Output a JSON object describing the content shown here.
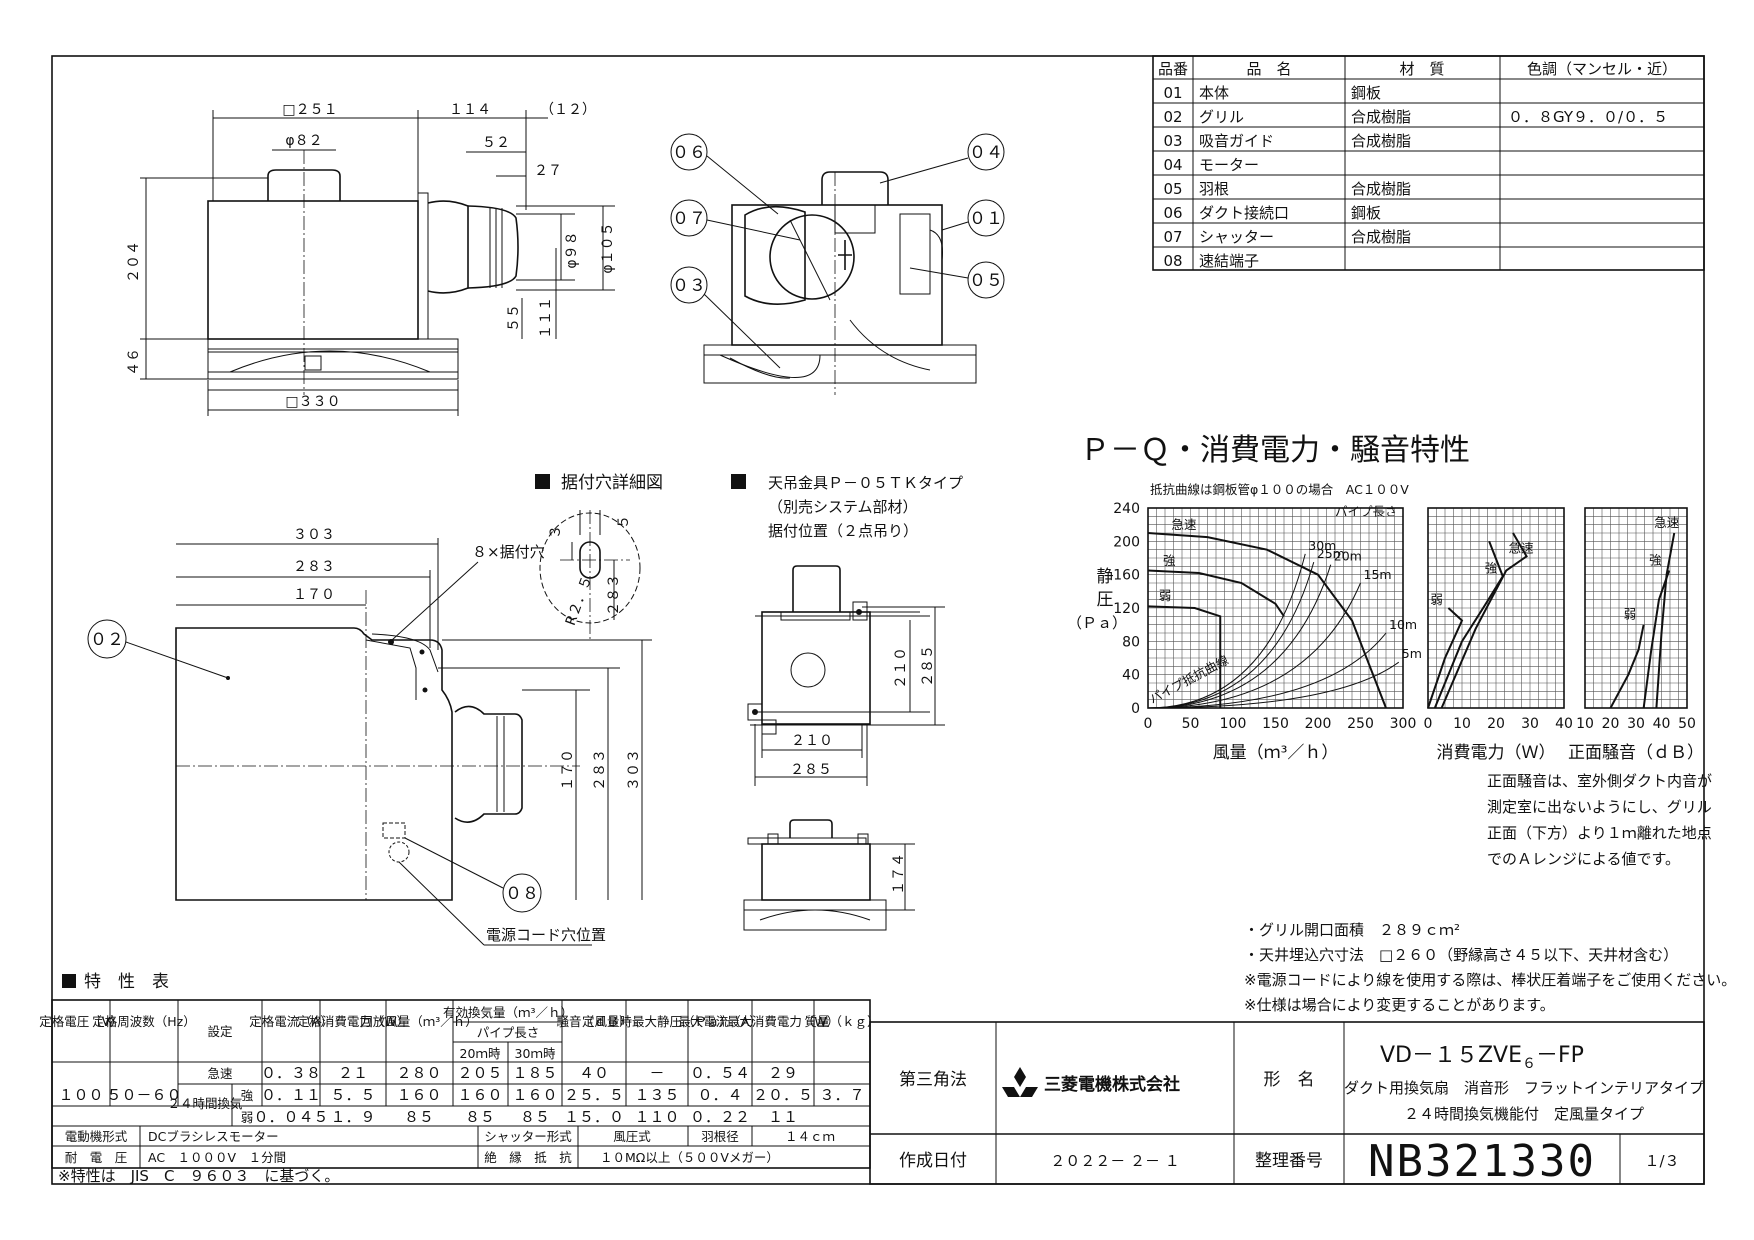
{
  "parts_table": {
    "headers": [
      "品番",
      "品　名",
      "材　質",
      "色調（マンセル・近）"
    ],
    "rows": [
      {
        "no": "01",
        "name": "本体",
        "material": "鋼板",
        "color": ""
      },
      {
        "no": "02",
        "name": "グリル",
        "material": "合成樹脂",
        "color": "０．８GY９．０/０．５"
      },
      {
        "no": "03",
        "name": "吸音ガイド",
        "material": "合成樹脂",
        "color": ""
      },
      {
        "no": "04",
        "name": "モーター",
        "material": "",
        "color": ""
      },
      {
        "no": "05",
        "name": "羽根",
        "material": "合成樹脂",
        "color": ""
      },
      {
        "no": "06",
        "name": "ダクト接続口",
        "material": "鋼板",
        "color": ""
      },
      {
        "no": "07",
        "name": "シャッター",
        "material": "合成樹脂",
        "color": ""
      },
      {
        "no": "08",
        "name": "速結端子",
        "material": "",
        "color": ""
      }
    ]
  },
  "front_view": {
    "dims": {
      "top_width": "□２５１",
      "outlet_offset": "１１４",
      "flange": "（１２）",
      "phi_top": "φ８２",
      "d52": "５２",
      "d27": "２７",
      "height": "２０４",
      "base": "４６",
      "phi98": "φ９８",
      "phi105": "φ１０５",
      "d55": "５５",
      "d111": "１１１",
      "bottom_width": "□３３０"
    }
  },
  "section_view": {
    "labels": [
      "０６",
      "０７",
      "０３",
      "０４",
      "０１",
      "０５"
    ]
  },
  "top_view": {
    "dims": {
      "d303": "３０３",
      "d283": "２８３",
      "d170": "１７０",
      "v170": "１７０",
      "v283": "２８３",
      "v303": "３０３"
    },
    "hole_note": "８×据付穴",
    "labels": [
      "０２",
      "０８"
    ],
    "cord_label": "電源コード穴位置"
  },
  "hole_detail": {
    "title": "据付穴詳細図",
    "dims": {
      "d3": "３",
      "d5": "５",
      "d283": "２８３",
      "r25": "R２．５"
    }
  },
  "hanger": {
    "title_lines": [
      "天吊金具Ｐ－０５ＴＫタイプ",
      "（別売システム部材）",
      "据付位置（２点吊り）"
    ],
    "dims": {
      "v210": "２１０",
      "v285": "２８５",
      "h210": "２１０",
      "h285": "２８５",
      "v174": "１７４"
    }
  },
  "chart_title": "Ｐ－Ｑ・消費電力・騒音特性",
  "chart_note": "抵抗曲線は鋼板管φ１００の場合　AC１００V",
  "chart_data": [
    {
      "type": "line",
      "ylabel_chars": [
        "静",
        "圧",
        "（Ｐａ）"
      ],
      "xlabel": "風量（ｍ³／ｈ）",
      "xticks": [
        "0",
        "50",
        "100",
        "150",
        "200",
        "250",
        "300"
      ],
      "yticks": [
        "0",
        "40",
        "80",
        "120",
        "160",
        "200",
        "240"
      ],
      "xlim": [
        0,
        300
      ],
      "ylim": [
        0,
        240
      ],
      "grid": true,
      "series": [
        {
          "name": "急速",
          "points": [
            [
              0,
              210
            ],
            [
              70,
              205
            ],
            [
              140,
              190
            ],
            [
              200,
              160
            ],
            [
              240,
              105
            ],
            [
              280,
              0
            ]
          ]
        },
        {
          "name": "強",
          "points": [
            [
              0,
              165
            ],
            [
              60,
              162
            ],
            [
              110,
              150
            ],
            [
              150,
              125
            ],
            [
              160,
              110
            ]
          ]
        },
        {
          "name": "弱",
          "points": [
            [
              0,
              122
            ],
            [
              55,
              120
            ],
            [
              85,
              110
            ],
            [
              85,
              0
            ]
          ]
        }
      ],
      "pipe_label": "パイプ長さ",
      "pipe_curves": [
        {
          "name": "30m",
          "end": [
            185,
            185
          ]
        },
        {
          "name": "25m",
          "end": [
            195,
            175
          ]
        },
        {
          "name": "20m",
          "end": [
            215,
            172
          ]
        },
        {
          "name": "15m",
          "end": [
            250,
            150
          ]
        },
        {
          "name": "10m",
          "end": [
            280,
            90
          ]
        },
        {
          "name": "5m",
          "end": [
            295,
            55
          ]
        }
      ],
      "pipe_resistance_label": "パイプ抵抗曲線"
    },
    {
      "type": "line",
      "xlabel": "消費電力（Ｗ）",
      "xticks": [
        "0",
        "10",
        "20",
        "30",
        "40"
      ],
      "xlim": [
        0,
        40
      ],
      "ylim": [
        0,
        240
      ],
      "grid": true,
      "series": [
        {
          "name": "急速",
          "points": [
            [
              4,
              0
            ],
            [
              14,
              95
            ],
            [
              23,
              165
            ],
            [
              29,
              182
            ],
            [
              25,
              210
            ]
          ]
        },
        {
          "name": "強",
          "points": [
            [
              2,
              0
            ],
            [
              10,
              80
            ],
            [
              17,
              125
            ],
            [
              22,
              158
            ],
            [
              18,
              200
            ]
          ]
        },
        {
          "name": "弱",
          "points": [
            [
              0,
              0
            ],
            [
              5,
              60
            ],
            [
              10,
              105
            ],
            [
              6,
              120
            ]
          ]
        }
      ]
    },
    {
      "type": "line",
      "xlabel": "正面騒音（ｄＢ）",
      "xticks": [
        "10",
        "20",
        "30",
        "40",
        "50"
      ],
      "xlim": [
        10,
        50
      ],
      "ylim": [
        0,
        240
      ],
      "grid": true,
      "series": [
        {
          "name": "急速",
          "points": [
            [
              38,
              0
            ],
            [
              40,
              90
            ],
            [
              42,
              160
            ],
            [
              45,
              210
            ]
          ]
        },
        {
          "name": "強",
          "points": [
            [
              33,
              0
            ],
            [
              36,
              70
            ],
            [
              39,
              130
            ],
            [
              43,
              165
            ]
          ]
        },
        {
          "name": "弱",
          "points": [
            [
              20,
              0
            ],
            [
              27,
              40
            ],
            [
              31,
              70
            ],
            [
              33,
              100
            ]
          ]
        }
      ]
    }
  ],
  "noise_note_lines": [
    "正面騒音は、室外側ダクト内音が",
    "測定室に出ないようにし、グリル",
    "正面（下方）より１ｍ離れた地点",
    "でのＡレンジによる値です。"
  ],
  "notes": [
    "・グリル開口面積　２８９ｃｍ²",
    "・天井埋込穴寸法　□２６０（野縁高さ４５以下、天井材含む）",
    "※電源コードにより線を使用する際は、棒状圧着端子をご使用ください。",
    "※仕様は場合により変更することがあります。"
  ],
  "spec": {
    "title": "特　性　表",
    "headers": [
      "定格電圧（V）",
      "定格周波数（Hz）",
      "設定",
      "定格電流（A）",
      "定格消費電力（W）",
      "回放風量（ｍ³／ｈ）",
      "有効換気量（ｍ³／ｈ）",
      "パイプ長さ",
      "20ｍ時",
      "30ｍ時",
      "騒音（ｄＢ）",
      "定風量時最大静圧（Ｐａ）",
      "最大電流（A）",
      "最大消費電力（W）",
      "質量（ｋｇ）"
    ],
    "voltage": "１００",
    "frequency": "５０－６０",
    "mass": "３．７",
    "mode_group": "２４時間換気",
    "rows": [
      {
        "mode": "急速",
        "current": "０．３８",
        "power": "２１",
        "flow": "２８０",
        "p20": "２０５",
        "p30": "１８５",
        "noise": "４０",
        "static": "－",
        "max_current": "０．５４",
        "max_power": "２９"
      },
      {
        "mode": "強",
        "current": "０．１１",
        "power": "５．５",
        "flow": "１６０",
        "p20": "１６０",
        "p30": "１６０",
        "noise": "２５．５",
        "static": "１３５",
        "max_current": "０．４",
        "max_power": "２０．５"
      },
      {
        "mode": "弱",
        "current": "０．０４５",
        "power": "１．９",
        "flow": "８５",
        "p20": "８５",
        "p30": "８５",
        "noise": "１５．０",
        "static": "１１０",
        "max_current": "０．２２",
        "max_power": "１１"
      }
    ],
    "motor_label": "電動機形式",
    "motor": "DCブラシレスモーター",
    "shutter_label": "シャッター形式",
    "shutter": "風圧式",
    "blade_label": "羽根径",
    "blade": "１４ｃｍ",
    "withstand_label": "耐　電　圧",
    "withstand": "AC　１０００V　１分間",
    "insulation_label": "絶　縁　抵　抗",
    "insulation": "１０MΩ以上（５００Vメガー）",
    "footnote": "※特性は　JIS　C　９６０３　に基づく。"
  },
  "title_block": {
    "projection": "第三角法",
    "company": "三菱電機株式会社",
    "model_label": "形　名",
    "model": "VD－１５ZVE",
    "model_sub": "６",
    "model_suffix": "－FP",
    "desc1": "ダクト用換気扇　消音形　フラットインテリアタイプ",
    "desc2": "２４時間換気機能付　定風量タイプ",
    "date_label": "作成日付",
    "date": "２０２２－ ２－ １",
    "number_label": "整理番号",
    "number": "NB321330",
    "page": "１/３"
  }
}
